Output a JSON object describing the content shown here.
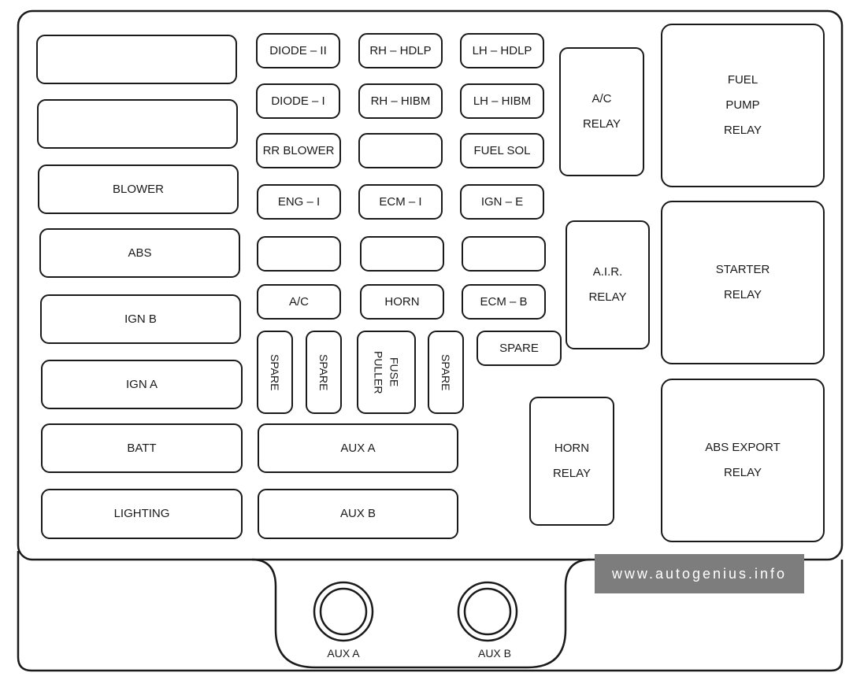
{
  "watermark": "www.autogenius.info",
  "fuses": {
    "blank_left_1": "",
    "blank_left_2": "",
    "blower": "BLOWER",
    "abs": "ABS",
    "ign_b": "IGN B",
    "ign_a": "IGN A",
    "batt": "BATT",
    "lighting": "LIGHTING",
    "diode_ii": "DIODE – II",
    "rh_hdlp": "RH – HDLP",
    "lh_hdlp": "LH – HDLP",
    "diode_i": "DIODE – I",
    "rh_hibm": "RH – HIBM",
    "lh_hibm": "LH – HIBM",
    "rr_blower": "RR BLOWER",
    "blank_mid": "",
    "fuel_sol": "FUEL SOL",
    "eng_i": "ENG – I",
    "ecm_i": "ECM – I",
    "ign_e": "IGN – E",
    "blank_row5_1": "",
    "blank_row5_2": "",
    "blank_row5_3": "",
    "ac": "A/C",
    "horn": "HORN",
    "ecm_b": "ECM – B",
    "spare_1": "SPARE",
    "spare_2": "SPARE",
    "fuse_puller": "FUSE\nPULLER",
    "spare_3": "SPARE",
    "spare_4": "SPARE",
    "aux_a": "AUX A",
    "aux_b": "AUX B"
  },
  "relays": {
    "ac_relay": "A/C\nRELAY",
    "air_relay": "A.I.R.\nRELAY",
    "horn_relay": "HORN\nRELAY",
    "fuel_pump_relay": "FUEL\nPUMP\nRELAY",
    "starter_relay": "STARTER\nRELAY",
    "abs_export_relay": "ABS EXPORT\nRELAY"
  },
  "plugs": {
    "aux_a": "AUX A",
    "aux_b": "AUX B"
  }
}
